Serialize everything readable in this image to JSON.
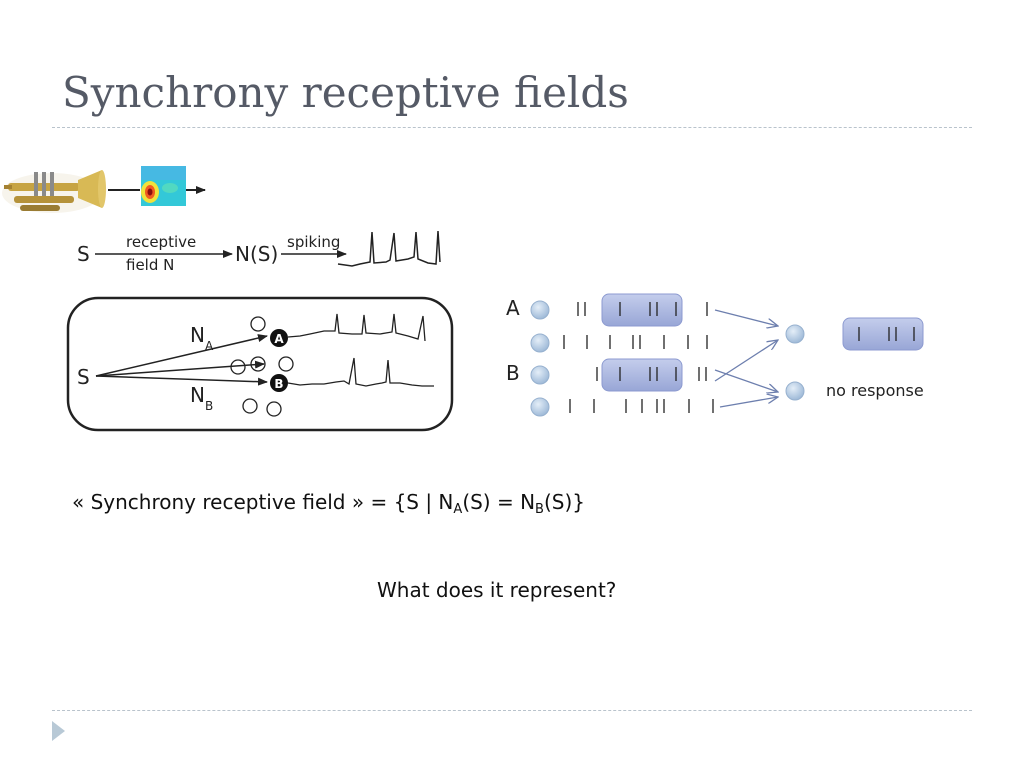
{
  "slide": {
    "title": "Synchrony receptive fields"
  },
  "pipeline": {
    "s": "S",
    "arrow_top": "receptive",
    "arrow_bottom": "field N",
    "ns": "N(S)",
    "spiking": "spiking"
  },
  "box": {
    "s": "S",
    "na": "N",
    "na_sub": "A",
    "nb": "N",
    "nb_sub": "B",
    "a_label": "A",
    "b_label": "B"
  },
  "network": {
    "a_label": "A",
    "b_label": "B",
    "no_response": "no response"
  },
  "definition": {
    "prefix": "« Synchrony receptive field » = {S | N",
    "sub_a": "A",
    "mid": "(S) = N",
    "sub_b": "B",
    "suffix": "(S)}"
  },
  "question": "What does it represent?",
  "colors": {
    "title": "#555a66",
    "rule": "#b9c3cc",
    "node": "#b5cde6",
    "highlight": "#a9b6df",
    "arrow": "#6d7fae",
    "bullet": "#b8c9d6"
  }
}
